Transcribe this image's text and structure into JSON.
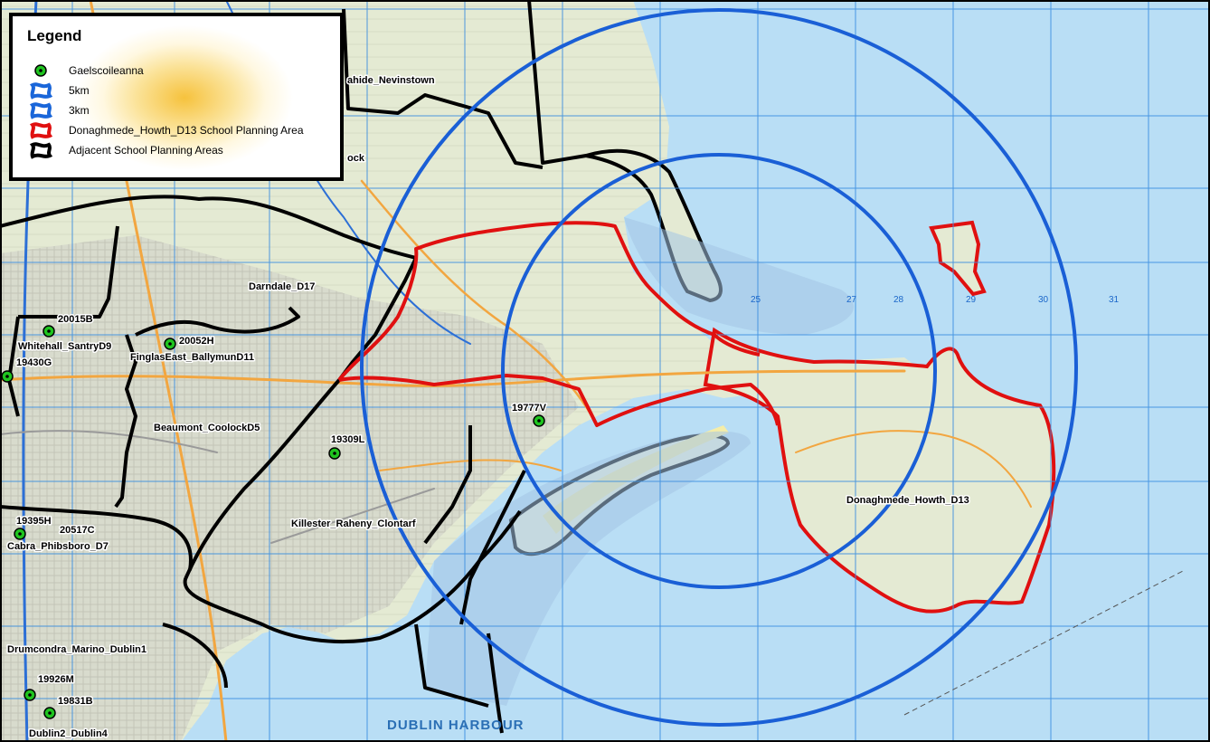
{
  "legend": {
    "title": "Legend",
    "items": [
      {
        "label": "Gaelscoileanna",
        "symbol": "green-dot-icon",
        "color": "#1fc41f"
      },
      {
        "label": "5km",
        "symbol": "blue-outline-icon",
        "color": "#1a66d9"
      },
      {
        "label": "3km",
        "symbol": "blue-outline-icon",
        "color": "#1a66d9"
      },
      {
        "label": "Donaghmede_Howth_D13 School Planning Area",
        "symbol": "red-outline-icon",
        "color": "#e01010"
      },
      {
        "label": "Adjacent School Planning Areas",
        "symbol": "black-outline-icon",
        "color": "#000000"
      }
    ]
  },
  "areas": {
    "malahide": "ahide_Nevinstown",
    "darndale": "Darndale_D17",
    "whitehall": "Whitehall_SantryD9",
    "finglas": "FinglasEast_BallymunD11",
    "beaumont": "Beaumont_CoolockD5",
    "killester": "Killester_Raheny_Clontarf",
    "cabra": "Cabra_Phibsboro_D7",
    "drumcondra": "Drumcondra_Marino_Dublin1",
    "dublin2": "Dublin2_Dublin4",
    "howth": "Donaghmede_Howth_D13"
  },
  "schools": {
    "s20015B": "20015B",
    "s20052H": "20052H",
    "s19430G": "19430G",
    "s19777V": "19777V",
    "s19309L": "19309L",
    "s19395H": "19395H",
    "s20517C": "20517C",
    "s19926M": "19926M",
    "s19831B": "19831B"
  },
  "places": {
    "harbour": "DUBLIN HARBOUR",
    "ock": "ock"
  },
  "grid_numbers": {
    "g25": "25",
    "g27": "27",
    "g28": "28",
    "g29": "29",
    "g30": "30",
    "g31": "31"
  },
  "colors": {
    "sea": "#b9def5",
    "shallow": "#a9c8e6",
    "land": "#e6ecd8",
    "urban": "#d0d0c8",
    "grid": "#3b8fe0",
    "ring": "#1a5fd6",
    "planning_area": "#e01010",
    "adjacent": "#000000",
    "school": "#1fc41f"
  }
}
